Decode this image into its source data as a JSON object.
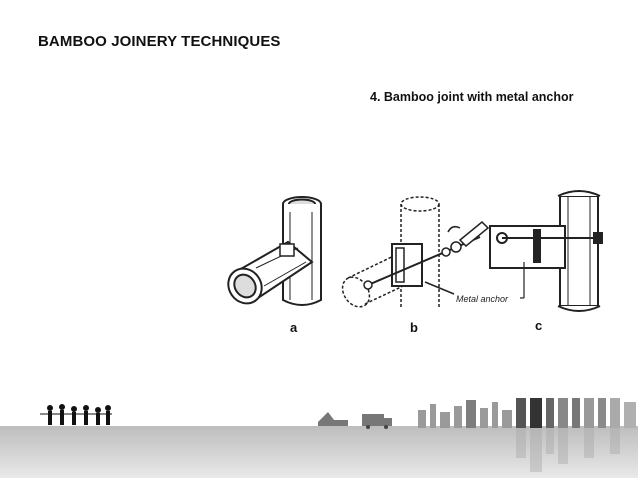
{
  "slide": {
    "title": "BAMBOO JOINERY TECHNIQUES",
    "subtitle": "4. Bamboo joint with metal anchor"
  },
  "figure": {
    "labels": {
      "a": "a",
      "b": "b",
      "c": "c"
    },
    "anchor_label": "Metal anchor"
  },
  "colors": {
    "text": "#111111",
    "line": "#222222",
    "footer_gray": "#c8c8c8"
  }
}
